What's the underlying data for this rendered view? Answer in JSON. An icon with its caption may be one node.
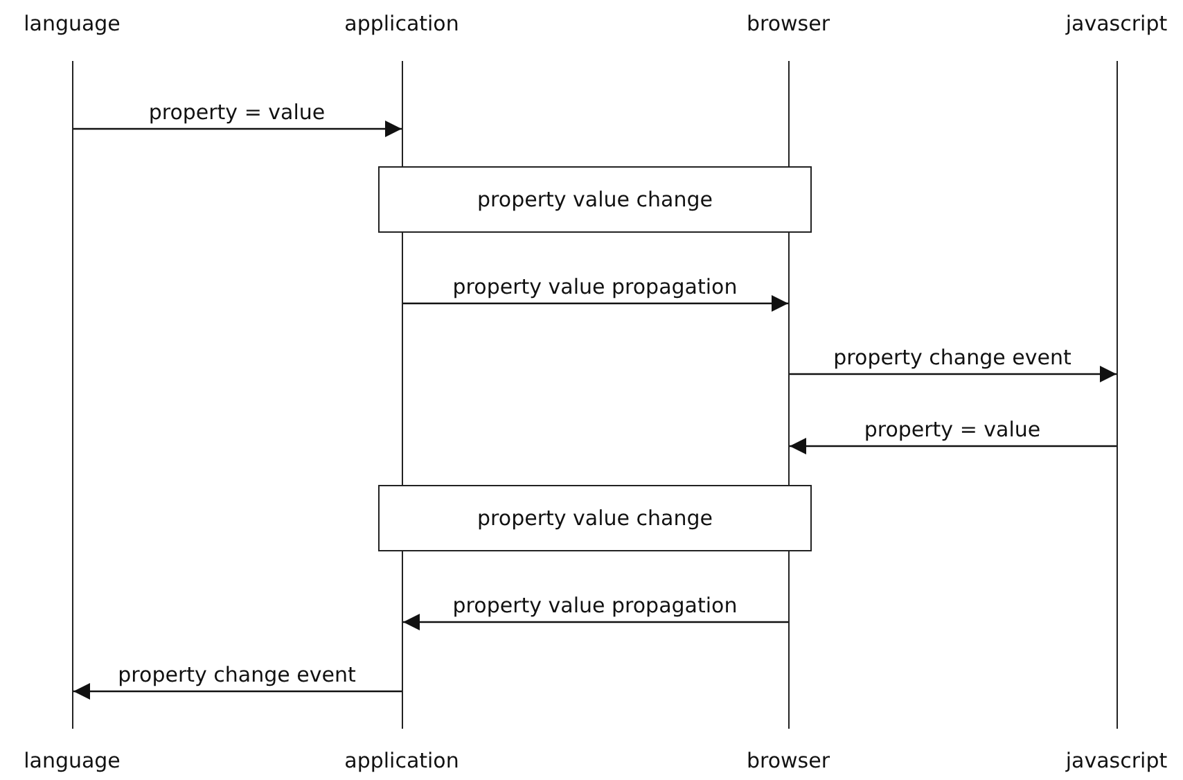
{
  "diagram": {
    "nodes": [
      {
        "text": [
          "language",
          "language"
        ]
      },
      {
        "text": [
          "application",
          "application"
        ]
      },
      {
        "text": [
          "browser",
          "browser"
        ]
      },
      {
        "text": [
          "javascript",
          "javascript"
        ]
      },
      {
        "text": [
          "property value change"
        ]
      },
      {
        "text": [
          "property value change"
        ]
      }
    ],
    "edges": [
      {
        "from": 0,
        "to": 1,
        "arrow": "to",
        "label": "property = value"
      },
      {
        "from": 1,
        "to": 2,
        "arrow": "to",
        "label": "property value propagation"
      },
      {
        "from": 2,
        "to": 3,
        "arrow": "to",
        "label": "property change event"
      },
      {
        "from": 3,
        "to": 2,
        "arrow": "to",
        "label": "property = value"
      },
      {
        "from": 2,
        "to": 1,
        "arrow": "to",
        "label": "property value propagation"
      },
      {
        "from": 1,
        "to": 0,
        "arrow": "to",
        "label": "property change event"
      }
    ]
  }
}
